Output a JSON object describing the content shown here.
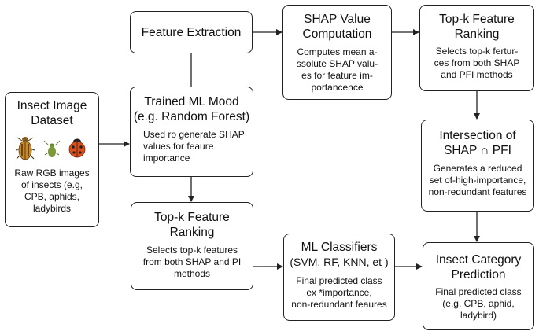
{
  "nodes": {
    "feature_extraction": {
      "title": "Feature Extraction"
    },
    "shap_value": {
      "title": [
        "SHAP Value",
        "Computation"
      ],
      "desc": [
        "Computes mean a-",
        "ssolute SHAP valu-",
        "es for feature im-",
        "portancence"
      ]
    },
    "topk_right": {
      "title": [
        "Top-k Feature",
        "Ranking"
      ],
      "desc": [
        "Selects top-k fertur-",
        "ces from both SHAP",
        "and PFI methods"
      ]
    },
    "insect_dataset": {
      "title": [
        "Insect Image",
        "Dataset"
      ],
      "desc": [
        "Raw RGB images",
        "of insects (e.g,",
        "CPB, aphids,",
        "ladybirds"
      ]
    },
    "trained_ml": {
      "title": [
        "Trained ML Mood",
        "(e.g. Random Forest)"
      ],
      "desc": [
        "Used ro generate SHAP",
        "values for feaure",
        "importance"
      ]
    },
    "intersection": {
      "title": [
        "Intersection of",
        "SHAP ∩ PFI"
      ],
      "desc": [
        "Generates a reduced",
        "set of-high-importance,",
        "non-redundant features"
      ]
    },
    "topk_bottom": {
      "title": [
        "Top-k Feature",
        "Ranking"
      ],
      "desc": [
        "Selects top-k features",
        "from both SHAP and PI",
        "methods"
      ]
    },
    "ml_classifiers": {
      "title": [
        "ML Classifiers",
        "(SVM, RF, KNN, et )"
      ],
      "desc": [
        "Final predicted class",
        "ex *importance,",
        "non-redundant feaures"
      ]
    },
    "insect_prediction": {
      "title": [
        "Insect Category",
        "Prediction"
      ],
      "desc": [
        "Final predicted class",
        "(e.g, CPB, aphid,",
        "ladybird)"
      ]
    }
  },
  "colors": {
    "stroke": "#222222",
    "beetle": "#c98a2a",
    "aphid": "#7c9a3a",
    "ladybird": "#d9501e"
  },
  "icons": [
    "beetle-icon",
    "aphid-icon",
    "ladybird-icon"
  ]
}
